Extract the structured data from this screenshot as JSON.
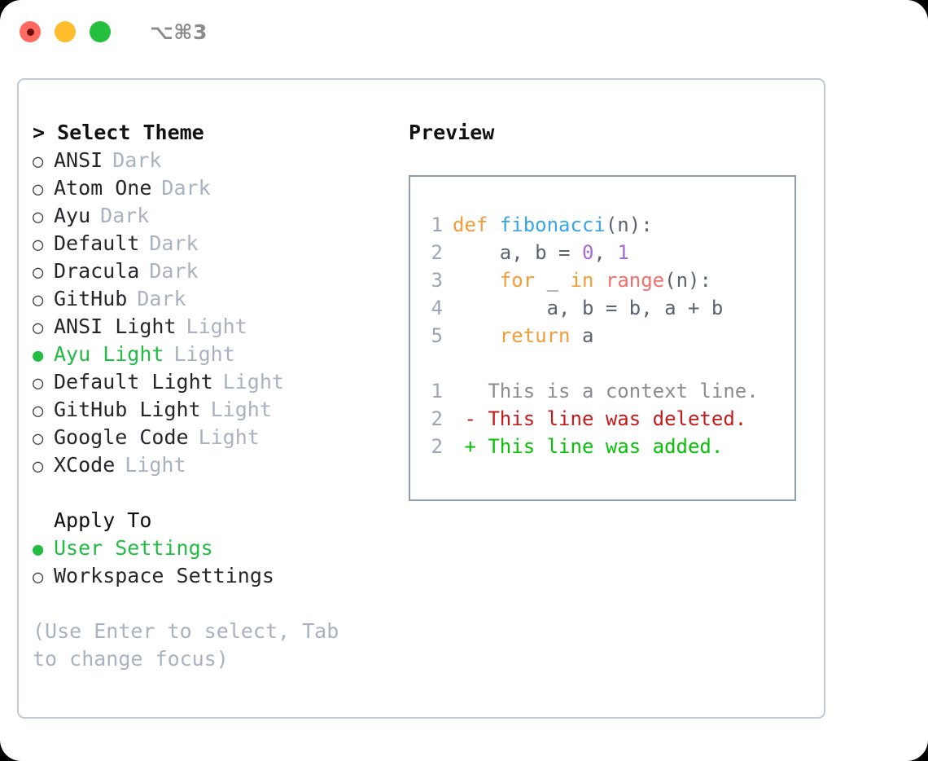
{
  "window": {
    "shortcut_label": "⌥⌘3",
    "traffic_lights": [
      {
        "name": "close-button",
        "color": "#ff6b60"
      },
      {
        "name": "minimize-button",
        "color": "#ffbd2e"
      },
      {
        "name": "maximize-button",
        "color": "#22c03c"
      }
    ]
  },
  "theme_panel": {
    "heading": "> Select Theme",
    "marker_selected": "●",
    "marker_unselected": "○",
    "accent_color": "#22bb44",
    "kind_color": "#a9b2c0",
    "items": [
      {
        "label": "ANSI",
        "kind": "Dark",
        "selected": false
      },
      {
        "label": "Atom One",
        "kind": "Dark",
        "selected": false
      },
      {
        "label": "Ayu",
        "kind": "Dark",
        "selected": false
      },
      {
        "label": "Default",
        "kind": "Dark",
        "selected": false
      },
      {
        "label": "Dracula",
        "kind": "Dark",
        "selected": false
      },
      {
        "label": "GitHub",
        "kind": "Dark",
        "selected": false
      },
      {
        "label": "ANSI Light",
        "kind": "Light",
        "selected": false
      },
      {
        "label": "Ayu Light",
        "kind": "Light",
        "selected": true
      },
      {
        "label": "Default Light",
        "kind": "Light",
        "selected": false
      },
      {
        "label": "GitHub Light",
        "kind": "Light",
        "selected": false
      },
      {
        "label": "Google Code",
        "kind": "Light",
        "selected": false
      },
      {
        "label": "XCode",
        "kind": "Light",
        "selected": false
      }
    ]
  },
  "apply_to": {
    "heading": "Apply To",
    "items": [
      {
        "label": "User Settings",
        "selected": true
      },
      {
        "label": "Workspace Settings",
        "selected": false
      }
    ]
  },
  "hint": "(Use Enter to select, Tab to change focus)",
  "preview": {
    "heading": "Preview",
    "border_color": "#8f9cae",
    "gutter_color": "#9aa5b5",
    "code_lines": [
      {
        "number": "1",
        "tokens": [
          {
            "text": "def ",
            "style": "kw"
          },
          {
            "text": "fibonacci",
            "style": "fn"
          },
          {
            "text": "(n):",
            "style": "pl"
          }
        ]
      },
      {
        "number": "2",
        "tokens": [
          {
            "text": "    a, b = ",
            "style": "pl"
          },
          {
            "text": "0",
            "style": "num"
          },
          {
            "text": ", ",
            "style": "pl"
          },
          {
            "text": "1",
            "style": "num"
          }
        ]
      },
      {
        "number": "3",
        "tokens": [
          {
            "text": "    ",
            "style": "pl"
          },
          {
            "text": "for",
            "style": "kw"
          },
          {
            "text": " _ ",
            "style": "pl"
          },
          {
            "text": "in",
            "style": "kw"
          },
          {
            "text": " ",
            "style": "pl"
          },
          {
            "text": "range",
            "style": "bi"
          },
          {
            "text": "(n):",
            "style": "pl"
          }
        ]
      },
      {
        "number": "4",
        "tokens": [
          {
            "text": "        a, b = b, a + b",
            "style": "pl"
          }
        ]
      },
      {
        "number": "5",
        "tokens": [
          {
            "text": "    ",
            "style": "pl"
          },
          {
            "text": "return",
            "style": "kw"
          },
          {
            "text": " a",
            "style": "pl"
          }
        ]
      }
    ],
    "diff_lines": [
      {
        "number": "1",
        "sign": " ",
        "text": "This is a context line.",
        "style": "ctx"
      },
      {
        "number": "2",
        "sign": "-",
        "text": "This line was deleted.",
        "style": "del"
      },
      {
        "number": "2",
        "sign": "+",
        "text": "This line was added.",
        "style": "add"
      }
    ]
  }
}
